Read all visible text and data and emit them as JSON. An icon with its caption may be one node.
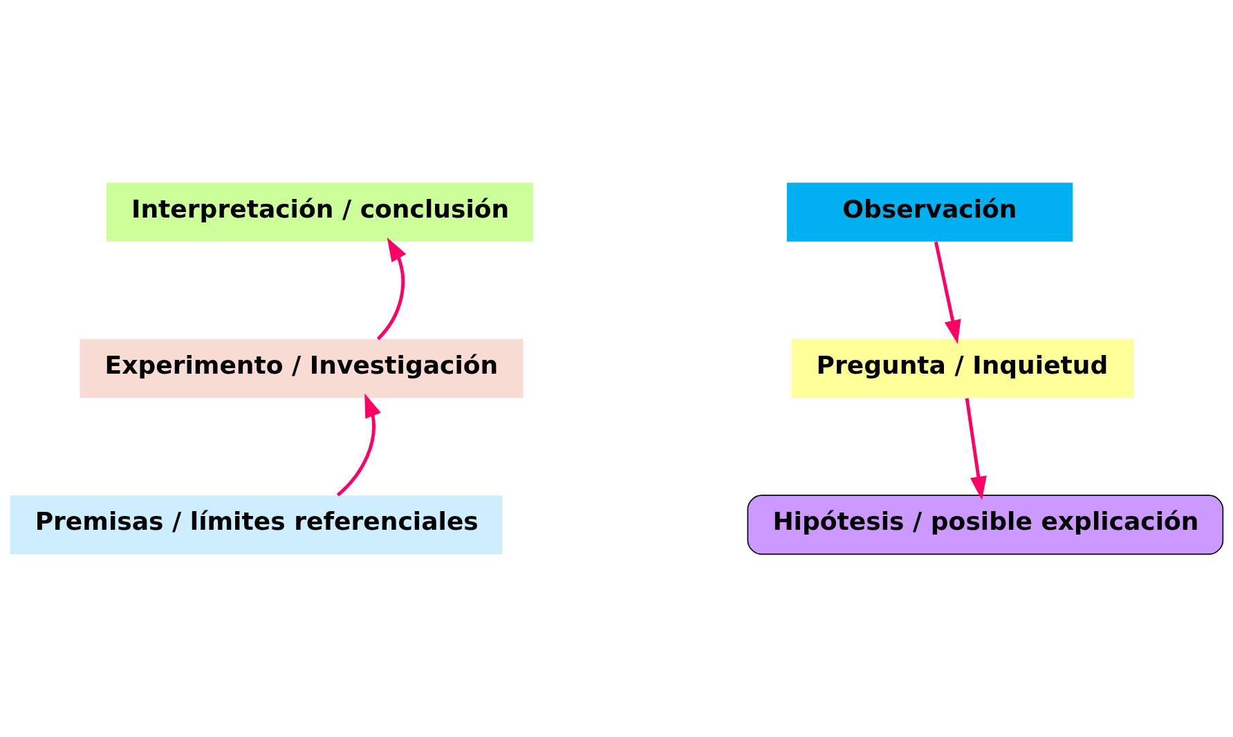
{
  "diagram": {
    "nodes": [
      {
        "text": [
          "Observación"
        ]
      },
      {
        "text": [
          "Pregunta / Inquietud"
        ]
      },
      {
        "text": [
          "Hipótesis / posible explicación"
        ]
      },
      {
        "text": [
          "Premisas / límites referenciales"
        ]
      },
      {
        "text": [
          "Experimento / Investigación"
        ]
      },
      {
        "text": [
          "Interpretación / conclusión"
        ]
      }
    ],
    "edges": [
      {
        "from": 0,
        "to": 1,
        "arrow": "to"
      },
      {
        "from": 1,
        "to": 2,
        "arrow": "to"
      },
      {
        "from": 3,
        "to": 4,
        "arrow": "to"
      },
      {
        "from": 4,
        "to": 5,
        "arrow": "to"
      }
    ]
  }
}
